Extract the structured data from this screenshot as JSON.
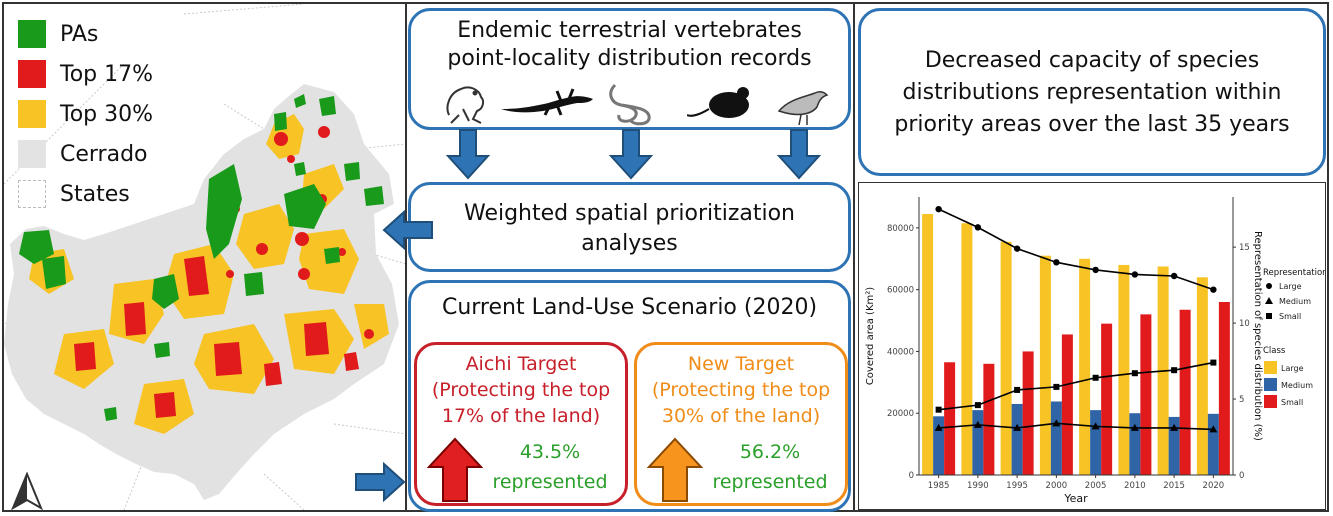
{
  "map": {
    "legend": [
      {
        "label": "PAs",
        "color": "#1a9a1a"
      },
      {
        "label": "Top 17%",
        "color": "#e11b1b"
      },
      {
        "label": "Top 30%",
        "color": "#f7c325"
      },
      {
        "label": "Cerrado",
        "color": "#e3e3e3"
      },
      {
        "label": "States",
        "color": "#ffffff"
      }
    ],
    "north_icon": "north-arrow-icon"
  },
  "flow": {
    "records": {
      "line1": "Endemic terrestrial vertebrates",
      "line2": "point-locality distribution records",
      "icons": [
        "frog-icon",
        "lizard-icon",
        "snake-icon",
        "mouse-icon",
        "bird-icon"
      ]
    },
    "analysis": {
      "line1": "Weighted spatial prioritization",
      "line2": "analyses"
    },
    "scenario": {
      "title": "Current Land-Use Scenario (2020)"
    },
    "aichi": {
      "line1": "Aichi Target",
      "line2": "(Protecting the top",
      "line3": "17% of the land)",
      "value": "43.5%",
      "value_label": "represented",
      "color": "#c8202a",
      "arrow_color": "#e02020"
    },
    "new_target": {
      "line1": "New Target",
      "line2": "(Protecting the top",
      "line3": "30% of the land)",
      "value": "56.2%",
      "value_label": "represented",
      "color": "#f08c18",
      "arrow_color": "#f7941d"
    },
    "accent": "#2e74b5",
    "text_green": "#2aa02a"
  },
  "conclusion": {
    "line1": "Decreased capacity of species",
    "line2": "distributions representation within",
    "line3": "priority areas over the last 35 years"
  },
  "chart_data": {
    "type": "bar",
    "xlabel": "Year",
    "ylabel": "Covered area (Km²)",
    "y2label": "Representation of species distribution (%)",
    "categories": [
      "1985",
      "1990",
      "1995",
      "2000",
      "2005",
      "2010",
      "2015",
      "2020"
    ],
    "ylim": [
      0,
      90000
    ],
    "yticks": [
      "0",
      "20000",
      "40000",
      "60000",
      "80000"
    ],
    "ytick_values": [
      0,
      20000,
      40000,
      60000,
      80000
    ],
    "y2lim": [
      0,
      18.3
    ],
    "y2ticks": [
      "0",
      "5",
      "10",
      "15"
    ],
    "y2tick_values": [
      0,
      5,
      10,
      15
    ],
    "bar_series": [
      {
        "name": "Large",
        "color": "#f7c325",
        "values": [
          84500,
          81500,
          75500,
          71000,
          70000,
          68000,
          67500,
          64000
        ]
      },
      {
        "name": "Medium",
        "color": "#2f65a7",
        "values": [
          19000,
          21000,
          23000,
          23800,
          21000,
          20000,
          18800,
          19800
        ]
      },
      {
        "name": "Small",
        "color": "#e11b1b",
        "values": [
          36500,
          36000,
          40000,
          45500,
          49000,
          52000,
          53500,
          56000
        ]
      }
    ],
    "line_series": [
      {
        "name": "Large",
        "marker": "circle",
        "values": [
          17.5,
          16.3,
          14.9,
          14.0,
          13.5,
          13.2,
          13.1,
          12.2
        ]
      },
      {
        "name": "Medium",
        "marker": "triangle",
        "values": [
          3.1,
          3.3,
          3.1,
          3.4,
          3.2,
          3.1,
          3.1,
          3.0
        ]
      },
      {
        "name": "Small",
        "marker": "square",
        "values": [
          4.3,
          4.6,
          5.6,
          5.8,
          6.4,
          6.7,
          6.9,
          7.4
        ]
      }
    ],
    "legend_representation_title": "Representation",
    "legend_class_title": "Class",
    "legend_position": "right"
  }
}
